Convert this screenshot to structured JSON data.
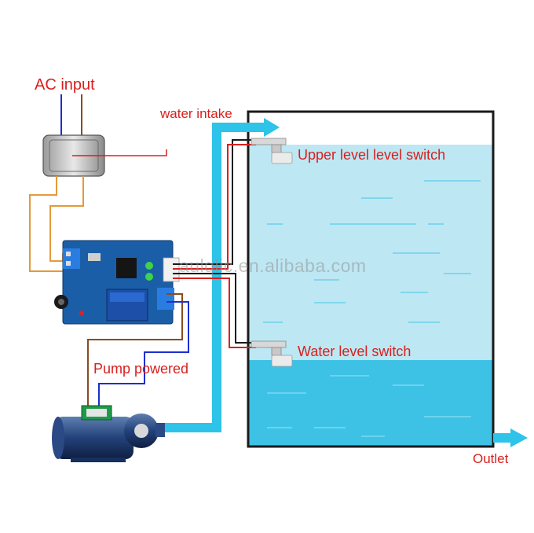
{
  "labels": {
    "ac_input": "AC input",
    "water_intake": "water intake",
    "upper_switch": "Upper level level switch",
    "lower_switch": "Water level switch",
    "pump_powered": "Pump powered",
    "outlet": "Outlet"
  },
  "watermark": "aulqlic.en.alibaba.com",
  "colors": {
    "tank_water_light": "#b9e6f3",
    "tank_water_deep": "#3ec2e6",
    "pipe": "#2ec3e8",
    "label_red": "#d8201e",
    "wire_blue": "#1d2fd0",
    "wire_brown": "#8a4b20",
    "wire_orange": "#e39a3a",
    "wire_red": "#d8201e",
    "board_blue": "#1b5ea8"
  },
  "icons": {
    "contactor": "ac-contactor-icon",
    "board": "controller-board-icon",
    "pump": "water-pump-icon",
    "float_switch": "float-switch-icon"
  }
}
